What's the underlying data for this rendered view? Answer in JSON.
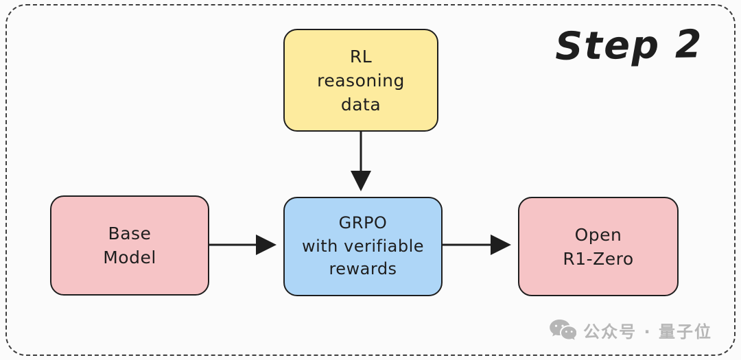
{
  "title": "Step 2",
  "nodes": {
    "rl_data": {
      "lines": [
        "RL",
        "reasoning",
        "data"
      ],
      "fill": "#fdeB9e",
      "border": "#1e1e1e"
    },
    "base_model": {
      "lines": [
        "Base",
        "Model"
      ],
      "fill": "#f6c4c6",
      "border": "#1e1e1e"
    },
    "grpo": {
      "lines": [
        "GRPO",
        "with verifiable",
        "rewards"
      ],
      "fill": "#aed6f7",
      "border": "#1e1e1e"
    },
    "open_r1_zero": {
      "lines": [
        "Open",
        "R1-Zero"
      ],
      "fill": "#f6c4c6",
      "border": "#1e1e1e"
    }
  },
  "edges": [
    {
      "from": "rl_data",
      "to": "grpo",
      "direction": "down"
    },
    {
      "from": "base_model",
      "to": "grpo",
      "direction": "right"
    },
    {
      "from": "grpo",
      "to": "open_r1_zero",
      "direction": "right"
    }
  ],
  "watermark": {
    "text": "公众号 · 量子位",
    "icon": "wechat-icon",
    "color": "#b6b6b6"
  },
  "colors": {
    "background": "#fbfbfb",
    "frame_border": "#3d3d3d",
    "arrow": "#1e1e1e",
    "text": "#1e1e1e"
  }
}
